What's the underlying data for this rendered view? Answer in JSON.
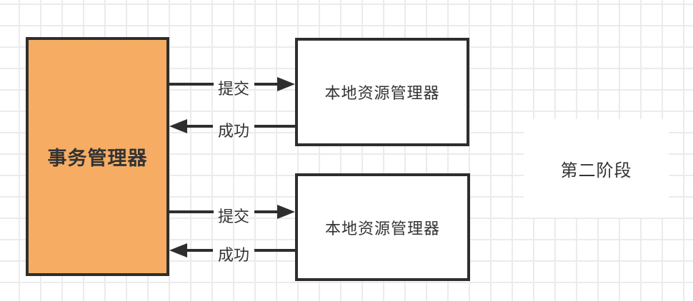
{
  "diagram": {
    "title": "two-phase-commit-phase-2",
    "transaction_manager": {
      "label": "事务管理器",
      "fill": "#f6ad63"
    },
    "resource_managers": [
      {
        "label": "本地资源管理器"
      },
      {
        "label": "本地资源管理器"
      }
    ],
    "phase": {
      "label": "第二阶段"
    },
    "flows": [
      {
        "label": "提交",
        "direction": "right",
        "from": "事务管理器",
        "to": "本地资源管理器(上)"
      },
      {
        "label": "成功",
        "direction": "left",
        "from": "本地资源管理器(上)",
        "to": "事务管理器"
      },
      {
        "label": "提交",
        "direction": "right",
        "from": "事务管理器",
        "to": "本地资源管理器(下)"
      },
      {
        "label": "成功",
        "direction": "left",
        "from": "本地资源管理器(下)",
        "to": "事务管理器"
      }
    ],
    "colors": {
      "line": "#2e2e2e",
      "orange_fill": "#f6ad63",
      "grid": "#ebebeb",
      "text": "#333333",
      "background": "#ffffff"
    }
  }
}
